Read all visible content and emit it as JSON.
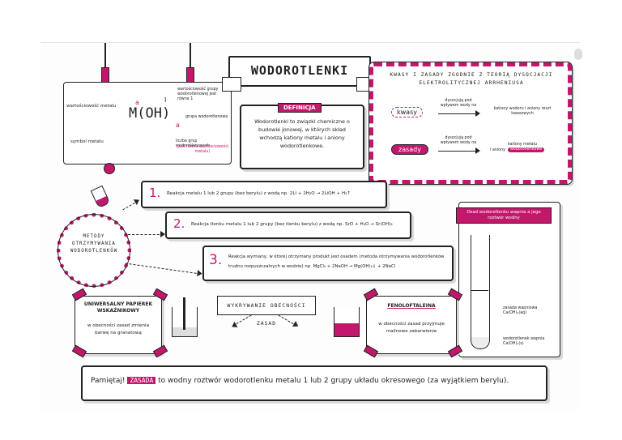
{
  "title": "WODOROTLENKI",
  "formula_panel": {
    "formula": "M(OH)",
    "m_superscript": "a",
    "i_superscript": "I",
    "subscript": "a",
    "label_valence_metal": "wartościowość metalu",
    "label_valence_group": "wartościowość grupy wodorotlenowej jest równa 1",
    "label_hydroxyl": "grupa wodorotlenowa",
    "label_symbol": "symbol metalu",
    "label_count": "liczba grup wodorotlenowych",
    "label_count_note": "(jest równa wartościowości metalu)"
  },
  "definition": {
    "heading": "DEFINICJA",
    "text": "Wodorotlenki to związki chemiczne o budowie jonowej, w których skład wchodzą kationy metalu i aniony wodorotlenkowe."
  },
  "theory": {
    "title_line1": "KWASY I ZASADY ZGODNIE Z TEORIĄ DYSOCJACJI",
    "title_line2": "ELEKTROLITYCZNEJ ARRHENIUSA",
    "acids_label": "kwasy",
    "acids_arrow": "dysocjują pod wpływem wody na",
    "acids_result": "kationy wodoru i aniony reszt kwasowych",
    "bases_label": "zasady",
    "bases_arrow": "dysocjują pod wpływem wody na",
    "bases_result_1": "kationy metalu",
    "bases_result_2": "i aniony",
    "bases_result_highlight": "wodorotlenkowe"
  },
  "methods": {
    "badge": "METODY OTRZYMYWANIA WODOROTLENKÓW",
    "items": [
      {
        "num": "1.",
        "text": "Reakcja metalu 1 lub 2 grupy (bez berylu) z wodą np. 2Li + 2H₂O → 2LiOH + H₂↑"
      },
      {
        "num": "2.",
        "text": "Reakcja tlenku metalu 1 lub 2 grupy (bez tlenku berylu) z wodą np. SrO + H₂O → Sr(OH)₂"
      },
      {
        "num": "3.",
        "text": "Reakcja wymiany, w której otrzymany produkt jest osadem (metoda otrzymywania wodorotlenków trudno rozpuszczalnych w wodzie) np. MgCl₂ + 2NaOH → Mg(OH)₂↓ + 2NaCl"
      }
    ]
  },
  "tube": {
    "caption": "Osad wodorotlenku wapnia a jego roztwór wodny",
    "label_solution": "zasada wapniowa Ca(OH)₂(aq)",
    "label_precipitate": "wodorotlenek wapnia Ca(OH)₂(s)"
  },
  "indicators": {
    "detect_title": "WYKRYWANIE OBECNOŚCI ZASAD",
    "paper_title": "UNIWERSALNY PAPIEREK WSKAŹNIKOWY",
    "paper_text": "w obecności zasad zmienia barwę na granatową",
    "phenol_title": "FENOLOFTALEINA",
    "phenol_text": "w obecności zasad przyjmuje malinowe zabarwienie"
  },
  "remember": {
    "prefix": "Pamiętaj!",
    "highlight": "ZASADA",
    "text": "to wodny roztwór wodorotlenku metalu 1 lub 2 grupy układu okresowego (za wyjątkiem berylu)."
  },
  "colors": {
    "accent": "#c2186b",
    "ink": "#222222"
  }
}
